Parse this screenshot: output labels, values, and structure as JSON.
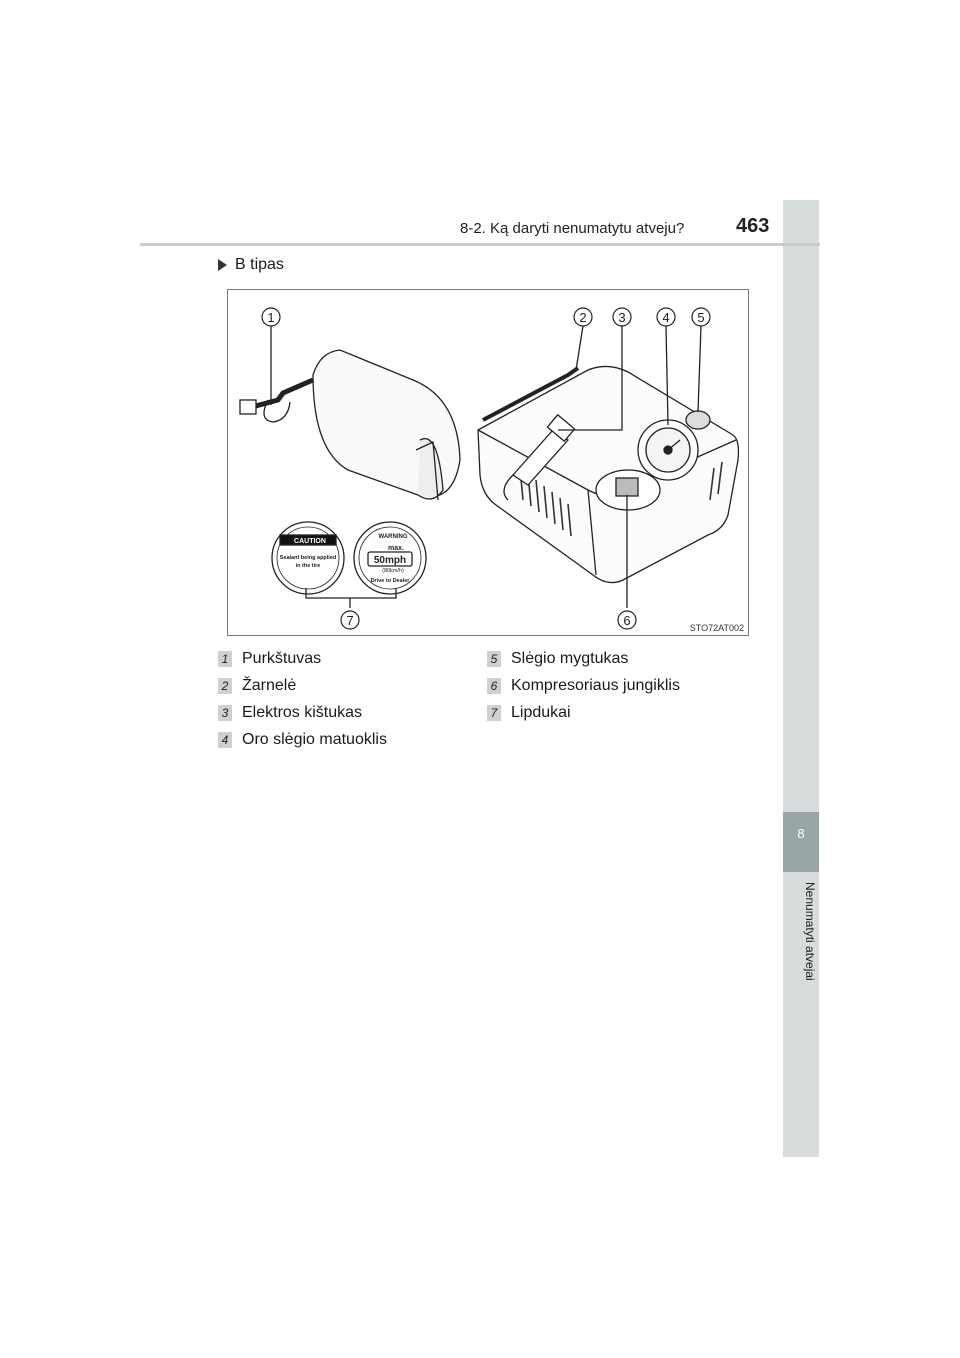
{
  "header": {
    "section": "8-2. Ką daryti nenumatytu atveju?",
    "page_number": "463"
  },
  "side_tab": {
    "chapter_number": "8",
    "chapter_title": "Nenumatyti atvejai"
  },
  "type_heading": "B tipas",
  "figure": {
    "code": "STO72AT002",
    "callout_numbers": [
      "1",
      "2",
      "3",
      "4",
      "5",
      "6",
      "7"
    ],
    "sticker_caution": {
      "title": "CAUTION",
      "line1": "Sealant being applied",
      "line2": "in the tire"
    },
    "sticker_warning": {
      "title": "WARNING",
      "max": "max.",
      "speed": "50mph",
      "kmh": "(80km/h)",
      "bottom": "Drive to Dealer"
    }
  },
  "legend": [
    {
      "num": "1",
      "label": "Purkštuvas"
    },
    {
      "num": "2",
      "label": "Žarnelė"
    },
    {
      "num": "3",
      "label": "Elektros kištukas"
    },
    {
      "num": "4",
      "label": "Oro slėgio matuoklis"
    },
    {
      "num": "5",
      "label": "Slėgio mygtukas"
    },
    {
      "num": "6",
      "label": "Kompresoriaus jungiklis"
    },
    {
      "num": "7",
      "label": "Lipdukai"
    }
  ]
}
